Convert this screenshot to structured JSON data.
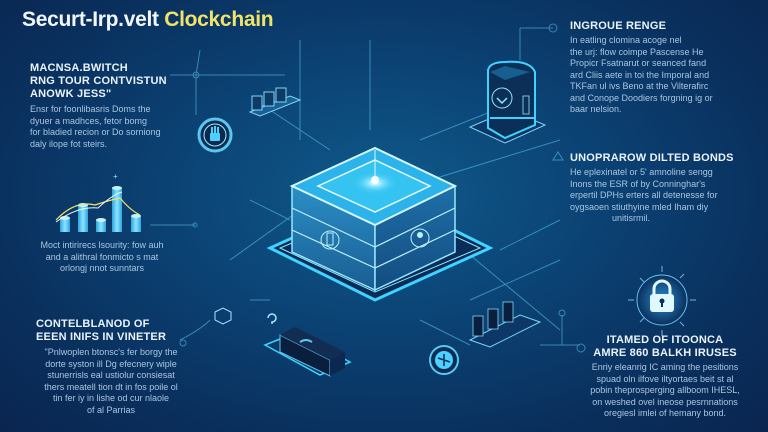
{
  "title": {
    "prefix": "Securt-Irp.velt ",
    "accent": "Clockchain"
  },
  "colors": {
    "background_dark": "#0a2550",
    "background_mid": "#0b4274",
    "glow_cyan": "#3fd3ff",
    "line_cyan": "#5cc6ee",
    "title_accent": "#f1e36a",
    "text_body": "#a9c6e2"
  },
  "panels": {
    "top_left": {
      "heading": [
        "Macnsa.Bwitch",
        "Rng tour Contvistun",
        "Anowk jess\""
      ],
      "body": [
        "Ensr for foonlibasris Doms the",
        "dyuer a madhces, fetor bomg",
        "for bladied recion or Do sorniong",
        "daly ilope fot steirs."
      ]
    },
    "mid_left": {
      "body": [
        "Moct intirirecs lsourity: fow auh",
        "and a alithral fonmicto s mat",
        "orlongj nnot sunntars"
      ]
    },
    "bottom_left": {
      "heading": [
        "Contelblanod of",
        "Eeen inifs in Vineter"
      ],
      "body": [
        "\"Pnlwoplen btonsc's fer borgy the",
        "dorte syston ill Dg efecnery wiple",
        "stunerrisls eal ustiolur consiesat",
        "thers meatell tion dt in fos poile ol",
        "tin fer iy in lishe od cur nlaole",
        "of al Parrias"
      ]
    },
    "top_right": {
      "heading": "Ingroue Renge",
      "body": [
        "In eatling clomina acoge nel",
        "the urj: flow coimpe Pascense He",
        "Propicr Fsatnarut or seanced fand",
        "ard Cliis aete in toi the Imporal and",
        "TKFan ul ivs Beno at the Vilterafirc",
        "and Conope Doodiers forgning ig or",
        "baar nelsion."
      ]
    },
    "mid_right": {
      "heading": "Unoprarow Dilted Bonds",
      "body": [
        "He eplexinatel or 5' amnoline sengg",
        "Inons the ESR of by Conninghar's",
        "erpertil DPHs erters all detenesse for",
        "oygsaoen stiuthyine mled Iham diy",
        "unitisrmil."
      ]
    },
    "bottom_right": {
      "heading": [
        "Itamed of Itoonca",
        "Amre 860 Balkh Iruses"
      ],
      "body": [
        "Enriy eleanrig IC aming the pesitions",
        "spuad oln ilfove iltyortaes beit st al",
        "pobin theprosperging allboom IHESL,",
        "on weshed ovel ineose pesrnnations",
        "oregiesl imlei of hemany bond."
      ]
    }
  },
  "icons": {
    "center": "blockchain-cube-icon",
    "top_right": "server-shield-icon",
    "bottom_right": "padlock-icon",
    "top_left_ring": "hand-badge-icon",
    "bottom_mid": "network-node-icon",
    "chart": "bar-chart-icon"
  },
  "chart_bars": [
    0.35,
    0.62,
    0.3,
    0.92,
    0.38
  ]
}
